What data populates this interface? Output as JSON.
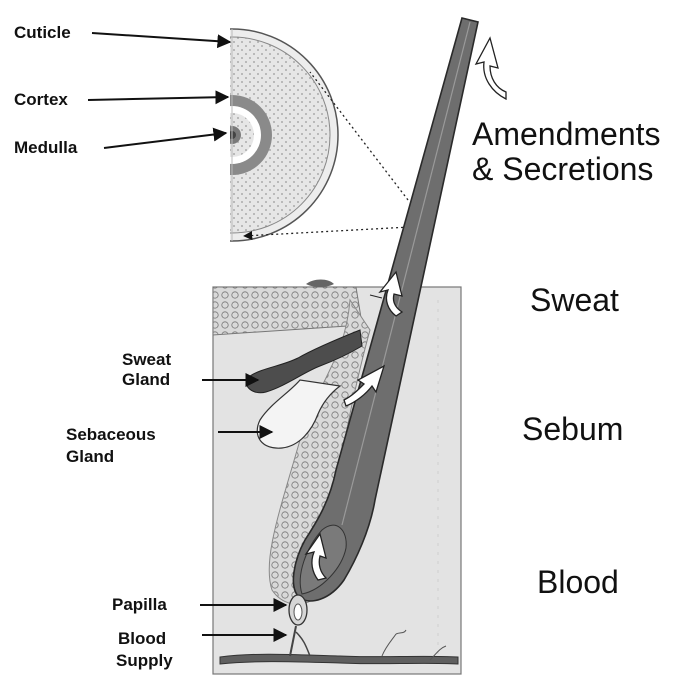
{
  "labels": {
    "cuticle": "Cuticle",
    "cortex": "Cortex",
    "medulla": "Medulla",
    "sweat_gland_1": "Sweat",
    "sweat_gland_2": "Gland",
    "sebaceous_gland_1": "Sebaceous",
    "sebaceous_gland_2": "Gland",
    "papilla": "Papilla",
    "blood_supply_1": "Blood",
    "blood_supply_2": "Supply"
  },
  "sources": {
    "amendments_1": "Amendments",
    "amendments_2": "& Secretions",
    "sweat": "Sweat",
    "sebum": "Sebum",
    "blood": "Blood"
  },
  "colors": {
    "shaft": "#6e6e6e",
    "shaft_dark": "#4a4a4a",
    "skin": "#e3e3e3",
    "epidermis": "#d2d2d2",
    "gland_sweat": "#4d4d4d",
    "gland_sebaceous": "#f4f4f4",
    "arrow_white": "#ffffff",
    "vessel": "#5f5f5f"
  }
}
